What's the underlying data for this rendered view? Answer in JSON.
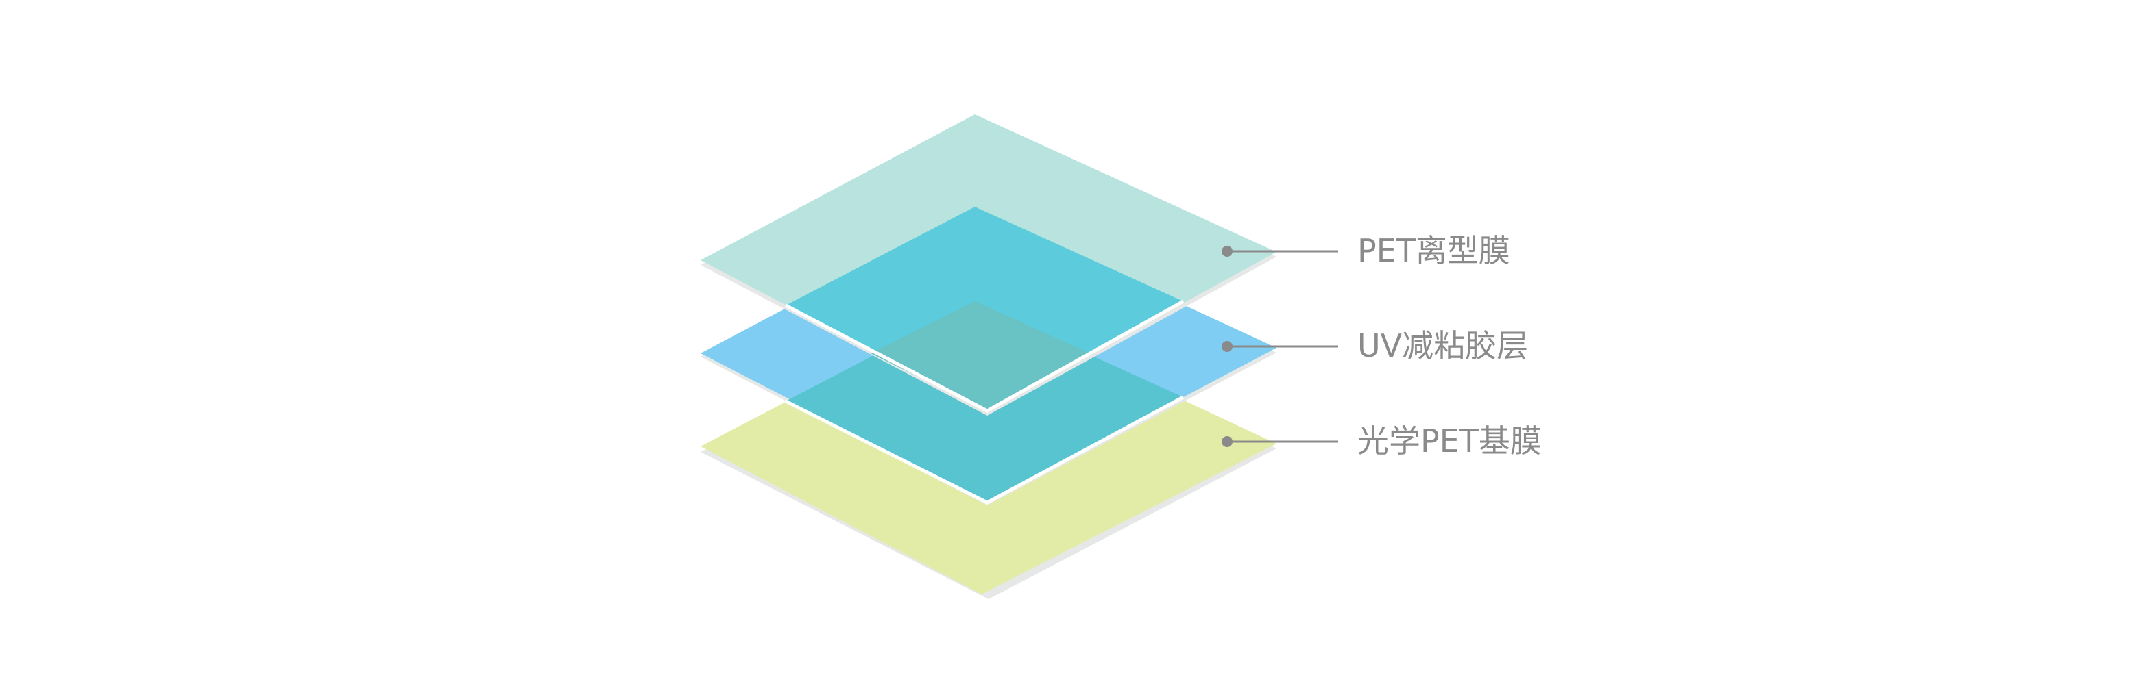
{
  "layers": [
    {
      "label": "PET离型膜",
      "color": "#b9e3de"
    },
    {
      "label": "UV减粘胶层",
      "color": "#7fcdf3"
    },
    {
      "label": "光学PET基膜",
      "color": "#e2eca6"
    }
  ],
  "colors": {
    "overlap_cyan": "#5ccbdb",
    "overlap_teal": "#58c4cf",
    "center_teal": "#69c2c4",
    "leader_line": "#8a8a8a",
    "label_text": "#8a8a8a",
    "edge_shadow": "#e6e8e8"
  }
}
